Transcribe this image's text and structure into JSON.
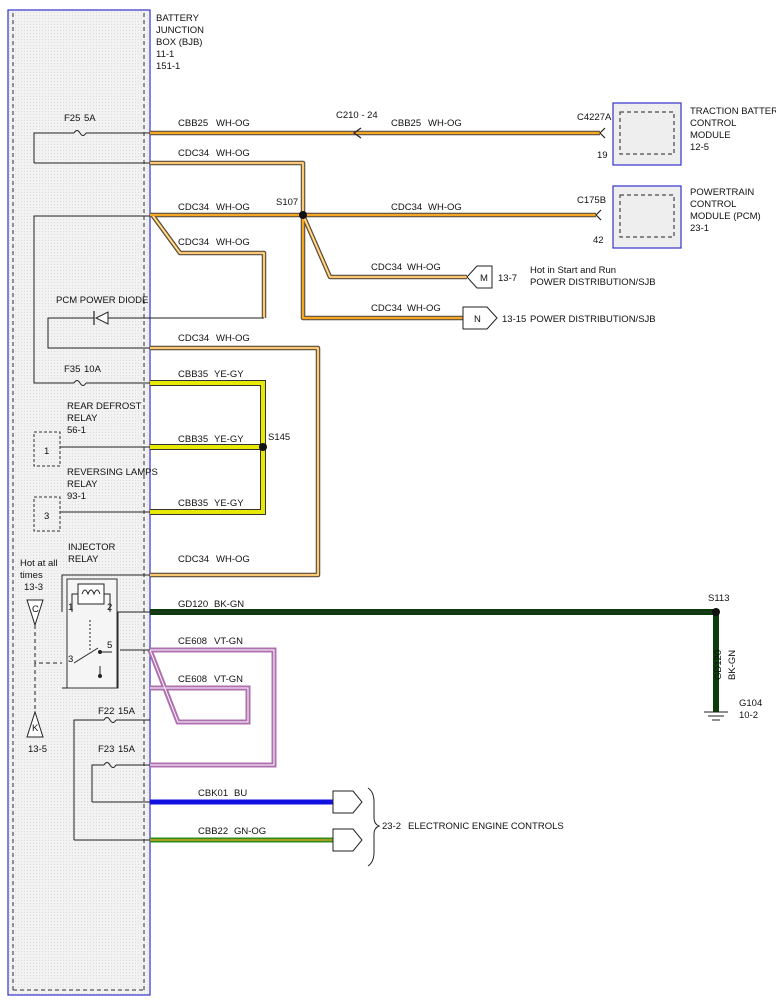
{
  "bjb": {
    "l1": "BATTERY",
    "l2": "JUNCTION",
    "l3": "BOX (BJB)",
    "l4": "11-1",
    "l5": "151-1"
  },
  "fuses": {
    "f25": "F25",
    "f25_amp": "5A",
    "f35": "F35",
    "f35_amp": "10A",
    "f22": "F22",
    "f22_amp": "15A",
    "f23": "F23",
    "f23_amp": "15A"
  },
  "wires": {
    "cbb25": "CBB25",
    "wh_og": "WH-OG",
    "cdc34": "CDC34",
    "cbb35": "CBB35",
    "ye_gy": "YE-GY",
    "gd120": "GD120",
    "bk_gn": "BK-GN",
    "ce608": "CE608",
    "vt_gn": "VT-GN",
    "cbk01": "CBK01",
    "bu": "BU",
    "cbb22": "CBB22",
    "gn_og": "GN-OG"
  },
  "connectors": {
    "c210": "C210 - 24",
    "c4227a": "C4227A",
    "c4227a_pin": "19",
    "c175b": "C175B",
    "c175b_pin": "42"
  },
  "splices": {
    "s107": "S107",
    "s145": "S145",
    "s113": "S113"
  },
  "modules": {
    "tbcm": {
      "l1": "TRACTION BATTERY",
      "l2": "CONTROL",
      "l3": "MODULE",
      "l4": "12-5"
    },
    "pcm": {
      "l1": "POWERTRAIN",
      "l2": "CONTROL",
      "l3": "MODULE (PCM)",
      "l4": "23-1"
    }
  },
  "refs": {
    "m": "M",
    "m_page": "13-7",
    "m_desc1": "Hot in Start and Run",
    "m_desc2": "POWER DISTRIBUTION/SJB",
    "n": "N",
    "n_page": "13-15",
    "n_desc": "POWER DISTRIBUTION/SJB",
    "c": "C",
    "c_page": "13-3",
    "k": "K",
    "k_page": "13-5"
  },
  "hot_at_all_times": {
    "l1": "Hot at all",
    "l2": "times"
  },
  "pcm_diode": "PCM POWER DIODE",
  "rear_defrost": {
    "l1": "REAR DEFROST",
    "l2": "RELAY",
    "l3": "56-1",
    "pin": "1"
  },
  "reversing": {
    "l1": "REVERSING LAMPS",
    "l2": "RELAY",
    "l3": "93-1",
    "pin": "3"
  },
  "injector": {
    "l1": "INJECTOR",
    "l2": "RELAY",
    "p1": "1",
    "p2": "2",
    "p3": "3",
    "p5": "5"
  },
  "ground": {
    "name": "G104",
    "page": "10-2"
  },
  "eec": {
    "page": "23-2",
    "label": "ELECTRONIC ENGINE CONTROLS"
  },
  "colors": {
    "orange": "#f5a623",
    "yellow": "#e8e800",
    "green": "#0a3d0a",
    "purple": "#b070b0",
    "blue": "#1010e0",
    "gn_og": "#2e8b1e",
    "frame": "#3333cc"
  }
}
